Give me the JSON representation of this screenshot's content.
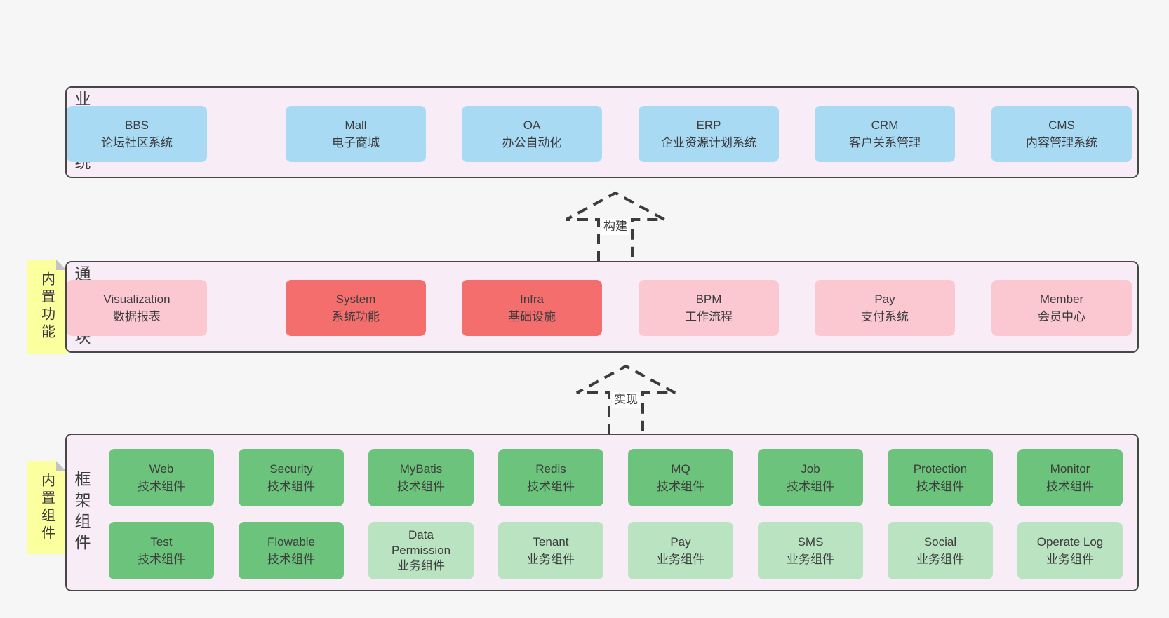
{
  "colors": {
    "page_bg": "#f6f6f6",
    "panel_bg": "#f8edf6",
    "panel_border": "#474747",
    "box_blue": "#a8daf4",
    "box_red": "#f46e6e",
    "box_pink": "#fbc8d2",
    "box_green": "#6cc47c",
    "box_light_green": "#b9e3c1",
    "note_yellow": "#fbff9d",
    "note_fold": "#c4c4c4",
    "arrow_stroke": "#3c3c3c",
    "text": "#3c3c3c"
  },
  "sections": [
    {
      "label": "业务系统",
      "boxes": [
        {
          "en": "Mall",
          "zh": "电子商城"
        },
        {
          "en": "OA",
          "zh": "办公自动化"
        },
        {
          "en": "ERP",
          "zh": "企业资源计划系统"
        },
        {
          "en": "CRM",
          "zh": "客户关系管理"
        },
        {
          "en": "CMS",
          "zh": "内容管理系统"
        },
        {
          "en": "BBS",
          "zh": "论坛社区系统"
        }
      ]
    },
    {
      "label": "通用模块",
      "note": "内置功能",
      "boxes": [
        {
          "en": "System",
          "zh": "系统功能"
        },
        {
          "en": "Infra",
          "zh": "基础设施"
        },
        {
          "en": "BPM",
          "zh": "工作流程"
        },
        {
          "en": "Pay",
          "zh": "支付系统"
        },
        {
          "en": "Member",
          "zh": "会员中心"
        },
        {
          "en": "Visualization",
          "zh": "数据报表"
        }
      ]
    },
    {
      "label": "框架组件",
      "note": "内置组件",
      "rows": [
        [
          {
            "en": "Web",
            "zh": "技术组件"
          },
          {
            "en": "Security",
            "zh": "技术组件"
          },
          {
            "en": "MyBatis",
            "zh": "技术组件"
          },
          {
            "en": "Redis",
            "zh": "技术组件"
          },
          {
            "en": "MQ",
            "zh": "技术组件"
          },
          {
            "en": "Job",
            "zh": "技术组件"
          },
          {
            "en": "Protection",
            "zh": "技术组件"
          },
          {
            "en": "Monitor",
            "zh": "技术组件"
          }
        ],
        [
          {
            "en": "Test",
            "zh": "技术组件"
          },
          {
            "en": "Flowable",
            "zh": "技术组件"
          },
          {
            "en": "Data Permission",
            "zh": "业务组件"
          },
          {
            "en": "Tenant",
            "zh": "业务组件"
          },
          {
            "en": "Pay",
            "zh": "业务组件"
          },
          {
            "en": "SMS",
            "zh": "业务组件"
          },
          {
            "en": "Social",
            "zh": "业务组件"
          },
          {
            "en": "Operate Log",
            "zh": "业务组件"
          }
        ]
      ]
    }
  ],
  "arrows": [
    {
      "label": "构建"
    },
    {
      "label": "实现"
    }
  ]
}
